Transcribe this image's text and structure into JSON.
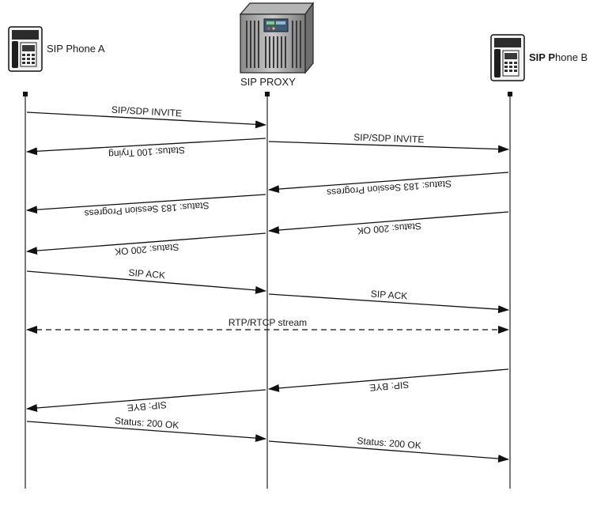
{
  "participants": {
    "phone_a": {
      "label": "SIP Phone A"
    },
    "proxy": {
      "label": "SIP PROXY"
    },
    "phone_b": {
      "label_bold": "SIP P",
      "label_rest": "hone B"
    }
  },
  "messages": [
    {
      "id": "invite-a-proxy",
      "from": "phone_a",
      "to": "proxy",
      "label": "SIP/SDP INVITE",
      "style": "solid"
    },
    {
      "id": "trying-proxy-a",
      "from": "proxy",
      "to": "phone_a",
      "label": "Status: 100 Trying",
      "style": "solid"
    },
    {
      "id": "invite-proxy-b",
      "from": "proxy",
      "to": "phone_b",
      "label": "SIP/SDP INVITE",
      "style": "solid"
    },
    {
      "id": "progress-b-proxy",
      "from": "phone_b",
      "to": "proxy",
      "label": "Status: 183 Session Progress",
      "style": "solid"
    },
    {
      "id": "progress-proxy-a",
      "from": "proxy",
      "to": "phone_a",
      "label": "Status: 183 Session Progress",
      "style": "solid"
    },
    {
      "id": "ok-b-proxy",
      "from": "phone_b",
      "to": "proxy",
      "label": "Status: 200 OK",
      "style": "solid"
    },
    {
      "id": "ok-proxy-a",
      "from": "proxy",
      "to": "phone_a",
      "label": "Status: 200 OK",
      "style": "solid"
    },
    {
      "id": "ack-a-proxy",
      "from": "phone_a",
      "to": "proxy",
      "label": "SIP ACK",
      "style": "solid"
    },
    {
      "id": "ack-proxy-b",
      "from": "proxy",
      "to": "phone_b",
      "label": "SIP ACK",
      "style": "solid"
    },
    {
      "id": "rtp-stream",
      "from": "phone_a",
      "to": "phone_b",
      "label": "RTP/RTCP stream",
      "style": "dashed",
      "bidirectional": true
    },
    {
      "id": "bye-b-proxy",
      "from": "phone_b",
      "to": "proxy",
      "label": "SIP: BYE",
      "style": "solid"
    },
    {
      "id": "bye-proxy-a",
      "from": "proxy",
      "to": "phone_a",
      "label": "SIP: BYE",
      "style": "solid"
    },
    {
      "id": "ok2-a-proxy",
      "from": "phone_a",
      "to": "proxy",
      "label": "Status: 200 OK",
      "style": "solid"
    },
    {
      "id": "ok2-proxy-b",
      "from": "proxy",
      "to": "phone_b",
      "label": "Status: 200 OK",
      "style": "solid"
    }
  ]
}
